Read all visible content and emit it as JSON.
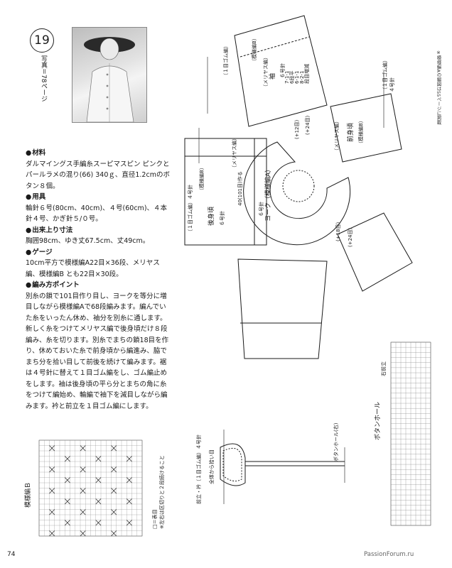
{
  "pattern": {
    "number": "19",
    "photo_ref": "写真＝78ページ"
  },
  "sections": [
    {
      "heading": "材料",
      "body": "ダルマイングス手編糸スーピマスピン ピンクとパールラメの混り(66) 340ｇ、直径1.2cmのボタン８個。"
    },
    {
      "heading": "用具",
      "body": "輪針６号(80cm、40cm)、４号(60cm)、４本針４号、かぎ針５/０号。"
    },
    {
      "heading": "出来上り寸法",
      "body": "胸囲98cm、ゆき丈67.5cm、丈49cm。"
    },
    {
      "heading": "ゲージ",
      "body": "10cm平方で模様編A22目×36段、メリヤス編、模様編B とも22目×30段。"
    },
    {
      "heading": "編み方ポイント",
      "body": "別糸の鎖で101目作り目し、ヨークを等分に増目しながら模様編Aで68段編みます。編んでいた糸をいったん休め、袖分を別糸に通します。新しく糸をつけてメリヤス編で後身頃だけ８段編み、糸を切ります。別糸でまちの鎖18目を作り、休めておいた糸で前身頃から編進み、脇でまち分を拾い目して前後を続けて編みます。裾は４号針に替えて１目ゴム編をし、ゴム編止めをします。袖は後身頃の平ら分とまちの角に糸をつけて編始め、輪編で袖下を減目しながら編みます。衿と前立を１目ゴム編にします。"
    }
  ],
  "diagram": {
    "yoke_title": "ヨーク（模様編A）",
    "yoke_needle": "６号針",
    "back_title": "後身頃",
    "back_needle": "６号針",
    "back_pattern": "（模様編B）",
    "back_rib": "（１目ゴム編）４号針",
    "stockinette": "（メリヤス編）",
    "sleeve_title": "袖",
    "sleeve_stitch": "（メリヤス編）",
    "sleeve_pattern": "（模様編B）",
    "sleeve_rib": "（１目ゴム編）",
    "sleeve_needle": "６号針",
    "front_title": "前身頃",
    "front_pattern": "（模様編B）",
    "front_stitch": "（メリヤス編）",
    "front_rib": "（１目ゴム編）",
    "front_needle": "４号針",
    "yoke_counts": [
      "40(101目)作る",
      "(+12目)",
      "(+24目)",
      "(+18目)",
      "(+24目)"
    ],
    "sleeve_dims": [
      "6段平",
      "7-1-1",
      "6-1-1",
      "8-2-1",
      "段目増減"
    ],
    "collar_title": "前立・衿（１目ゴム編）４号針",
    "collar_side": "全体から拾い目",
    "buttonhole_title": "ボタンホール",
    "buttonhole_label": "ボタンホール(右)",
    "right_front": "右前立",
    "chart_b_title": "模様編Ｂ",
    "chart_b_legend": "□＝表目",
    "chart_b_note": "※左右は区切りと２段続けること"
  },
  "side_note": "※模様編Aの編図は55ページに掲載",
  "page_number": "74",
  "watermark": "PassionForum.ru"
}
